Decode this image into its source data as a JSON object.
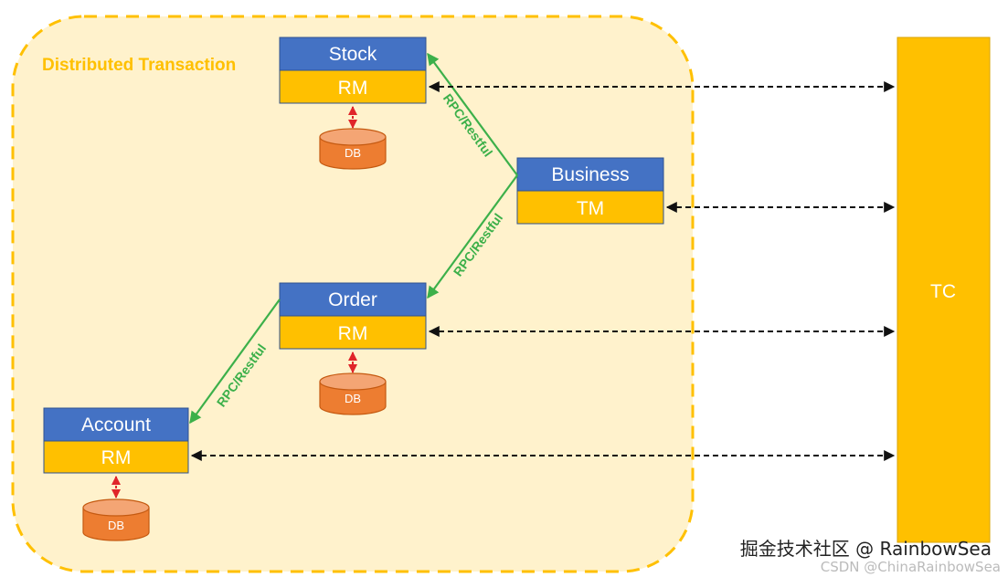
{
  "region": {
    "title": "Distributed Transaction"
  },
  "services": {
    "stock": {
      "title": "Stock",
      "role": "RM",
      "db": "DB"
    },
    "business": {
      "title": "Business",
      "role": "TM"
    },
    "order": {
      "title": "Order",
      "role": "RM",
      "db": "DB"
    },
    "account": {
      "title": "Account",
      "role": "RM",
      "db": "DB"
    }
  },
  "tc": {
    "label": "TC"
  },
  "links": {
    "business_to_stock": "RPC/Restful",
    "business_to_order": "RPC/Restful",
    "order_to_account": "RPC/Restful"
  },
  "watermark": {
    "text": "掘金技术社区 @ RainbowSea",
    "sub": "CSDN @ChinaRainbowSea"
  },
  "colors": {
    "header_blue": "#4472C4",
    "role_yellow": "#FFC000",
    "db_orange": "#ED7D31",
    "rpc_green": "#3CB04A",
    "db_link_red": "#E0252A",
    "region_fill": "#FFF2CC"
  }
}
